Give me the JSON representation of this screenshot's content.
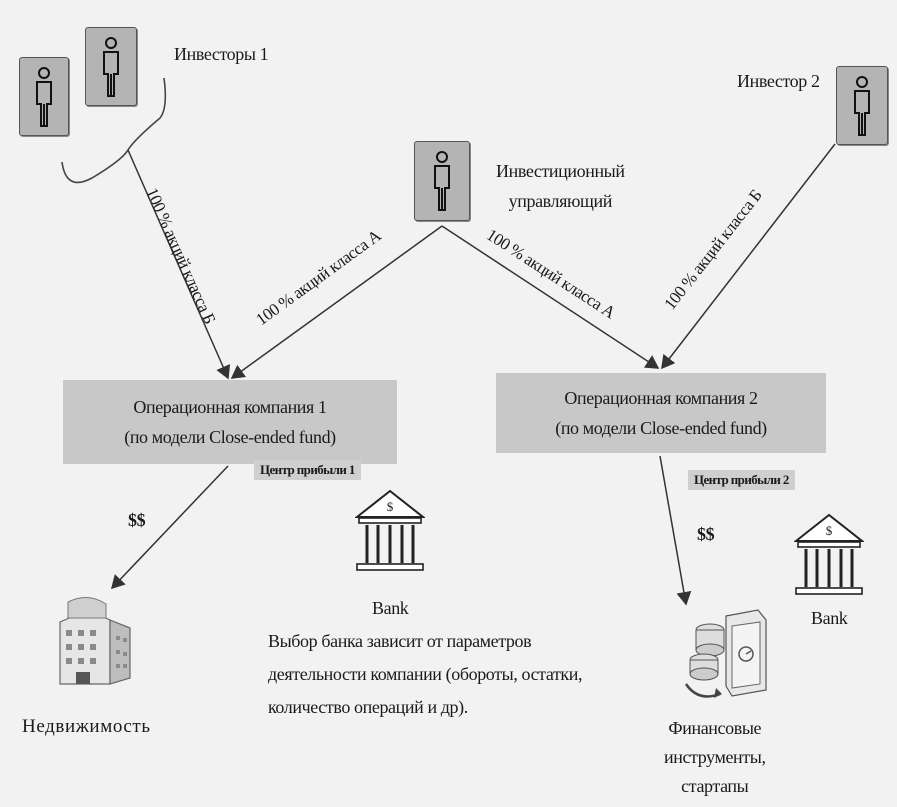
{
  "investors_1": "Инвесторы 1",
  "investor_2": "Инвестор 2",
  "manager_line1": "Инвестиционный",
  "manager_line2": "управляющий",
  "edge_left_b": "100 % акций класса Б",
  "edge_left_a": "100 % акций класса А",
  "edge_right_a": "100 % акций класса А",
  "edge_right_b": "100 % акций класса Б",
  "company_1_line1": "Операционная компания 1",
  "company_1_line2": "(по модели Close-ended fund)",
  "company_2_line1": "Операционная компания 2",
  "company_2_line2": "(по модели Close-ended fund)",
  "profit_center_1": "Центр прибыли 1",
  "profit_center_2": "Центр прибыли 2",
  "money_1": "$$",
  "money_2": "$$",
  "bank_1": "Bank",
  "bank_2": "Bank",
  "bank_note_1": "Выбор банка зависит от параметров",
  "bank_note_2": "деятельности компании (обороты, остатки,",
  "bank_note_3": "количество операций и др).",
  "real_estate": "Недвижимость",
  "fin_line1": "Финансовые",
  "fin_line2": "инструменты,",
  "fin_line3": "стартапы",
  "colors": {
    "box": "#c8c8c8",
    "person_box": "#b4b4b4",
    "line": "#333333"
  }
}
